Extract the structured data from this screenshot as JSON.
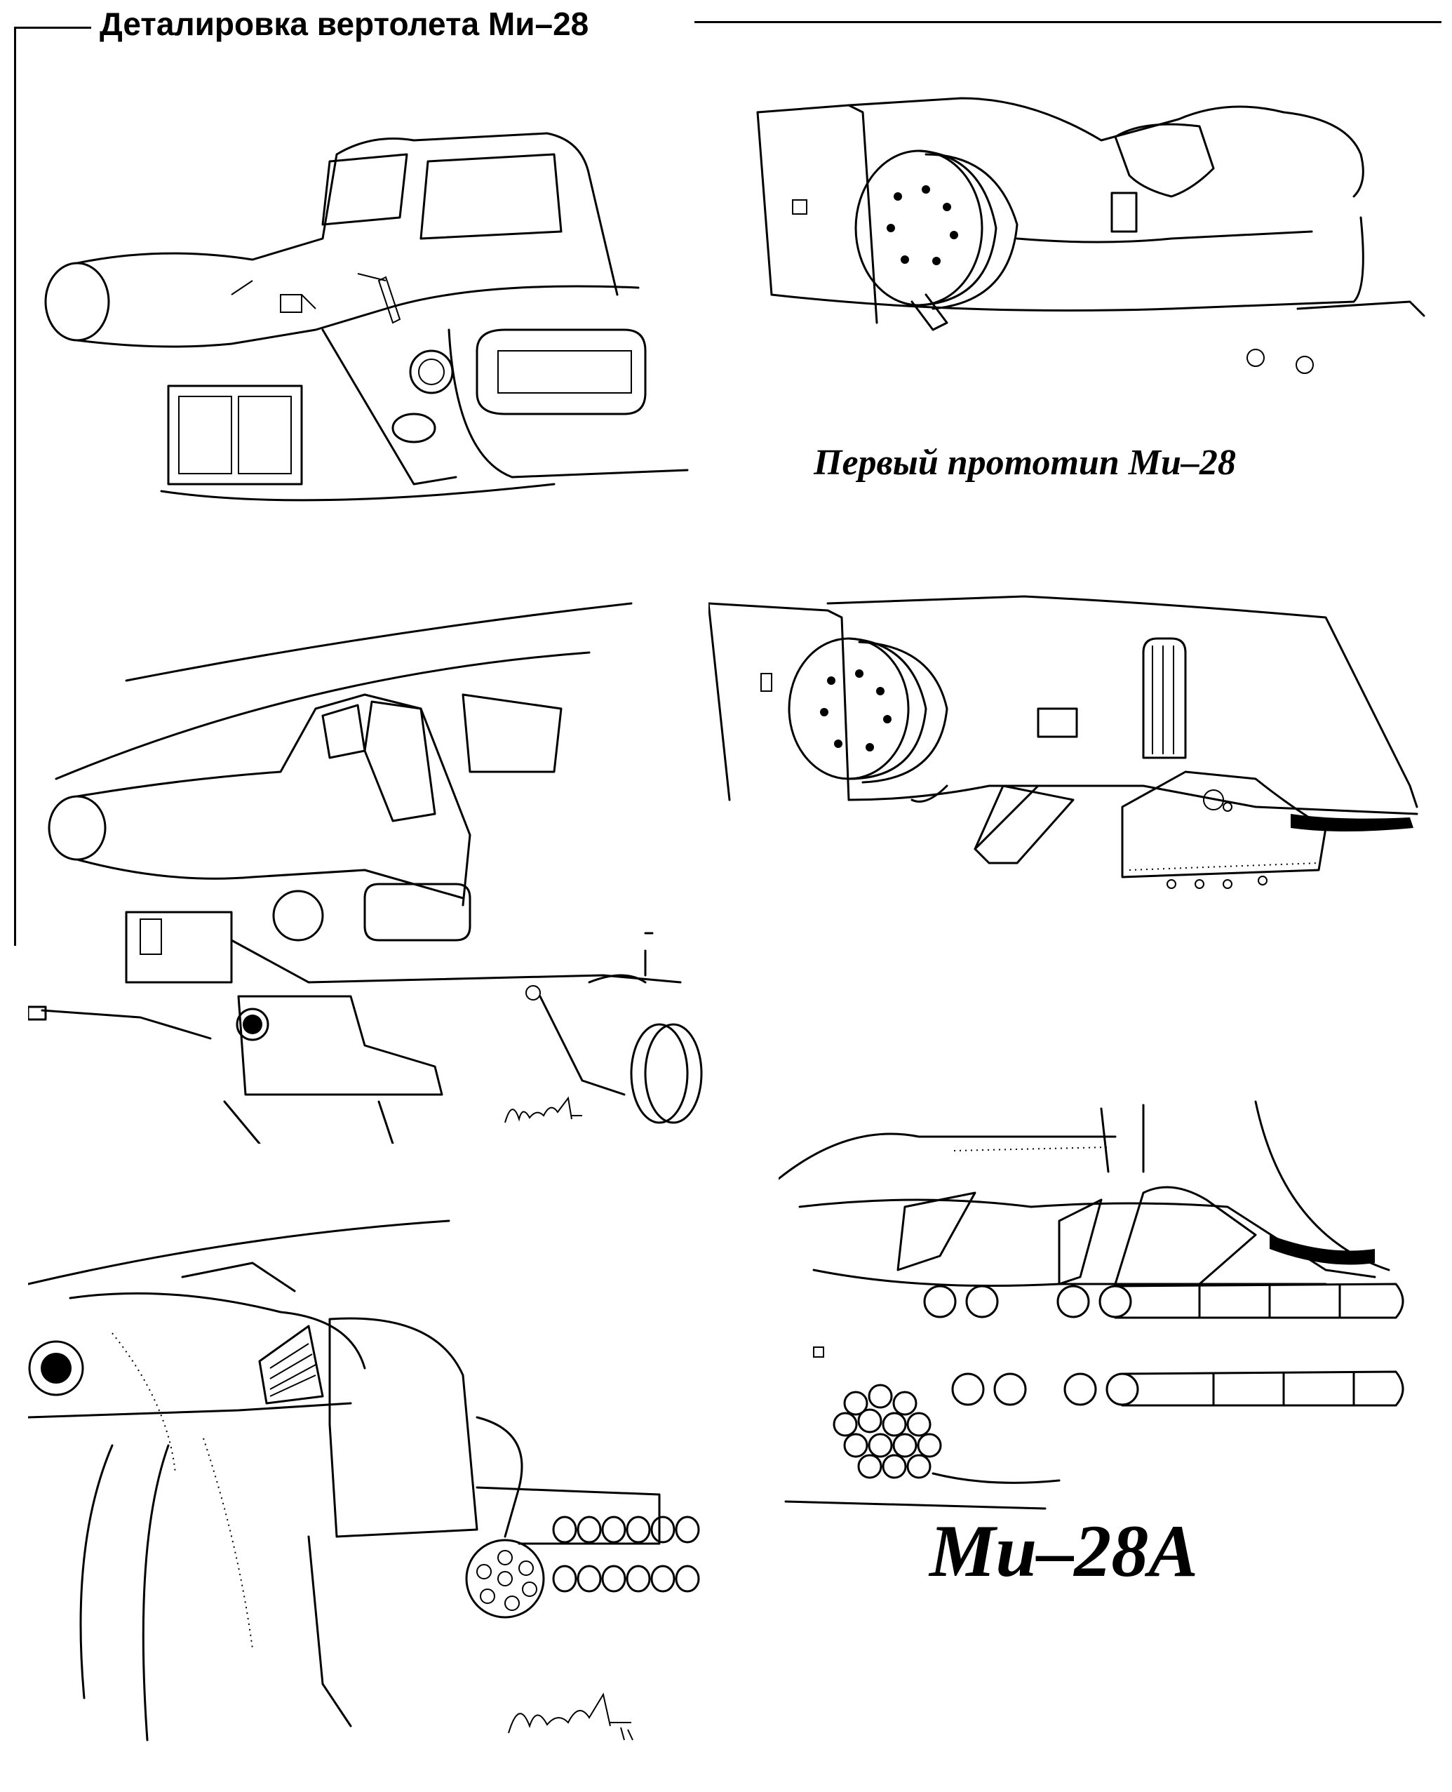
{
  "header": {
    "title": "Деталировка вертолета Ми–28"
  },
  "captions": {
    "first_prototype": "Первый прототип Ми–28",
    "model": "Ми–28А"
  },
  "drawings": [
    {
      "id": "mi28-proto-nose",
      "icon": "helicopter-nose-drawing-icon"
    },
    {
      "id": "mi28-proto-engine",
      "icon": "engine-nacelle-drawing-icon"
    },
    {
      "id": "mi28a-nose",
      "icon": "helicopter-nose-gun-drawing-icon"
    },
    {
      "id": "mi28a-engine",
      "icon": "engine-nacelle-pylon-drawing-icon"
    },
    {
      "id": "mi28a-rear-rockets",
      "icon": "rocket-pod-rear-drawing-icon"
    },
    {
      "id": "mi28a-weapons",
      "icon": "weapons-pylon-drawing-icon"
    }
  ]
}
